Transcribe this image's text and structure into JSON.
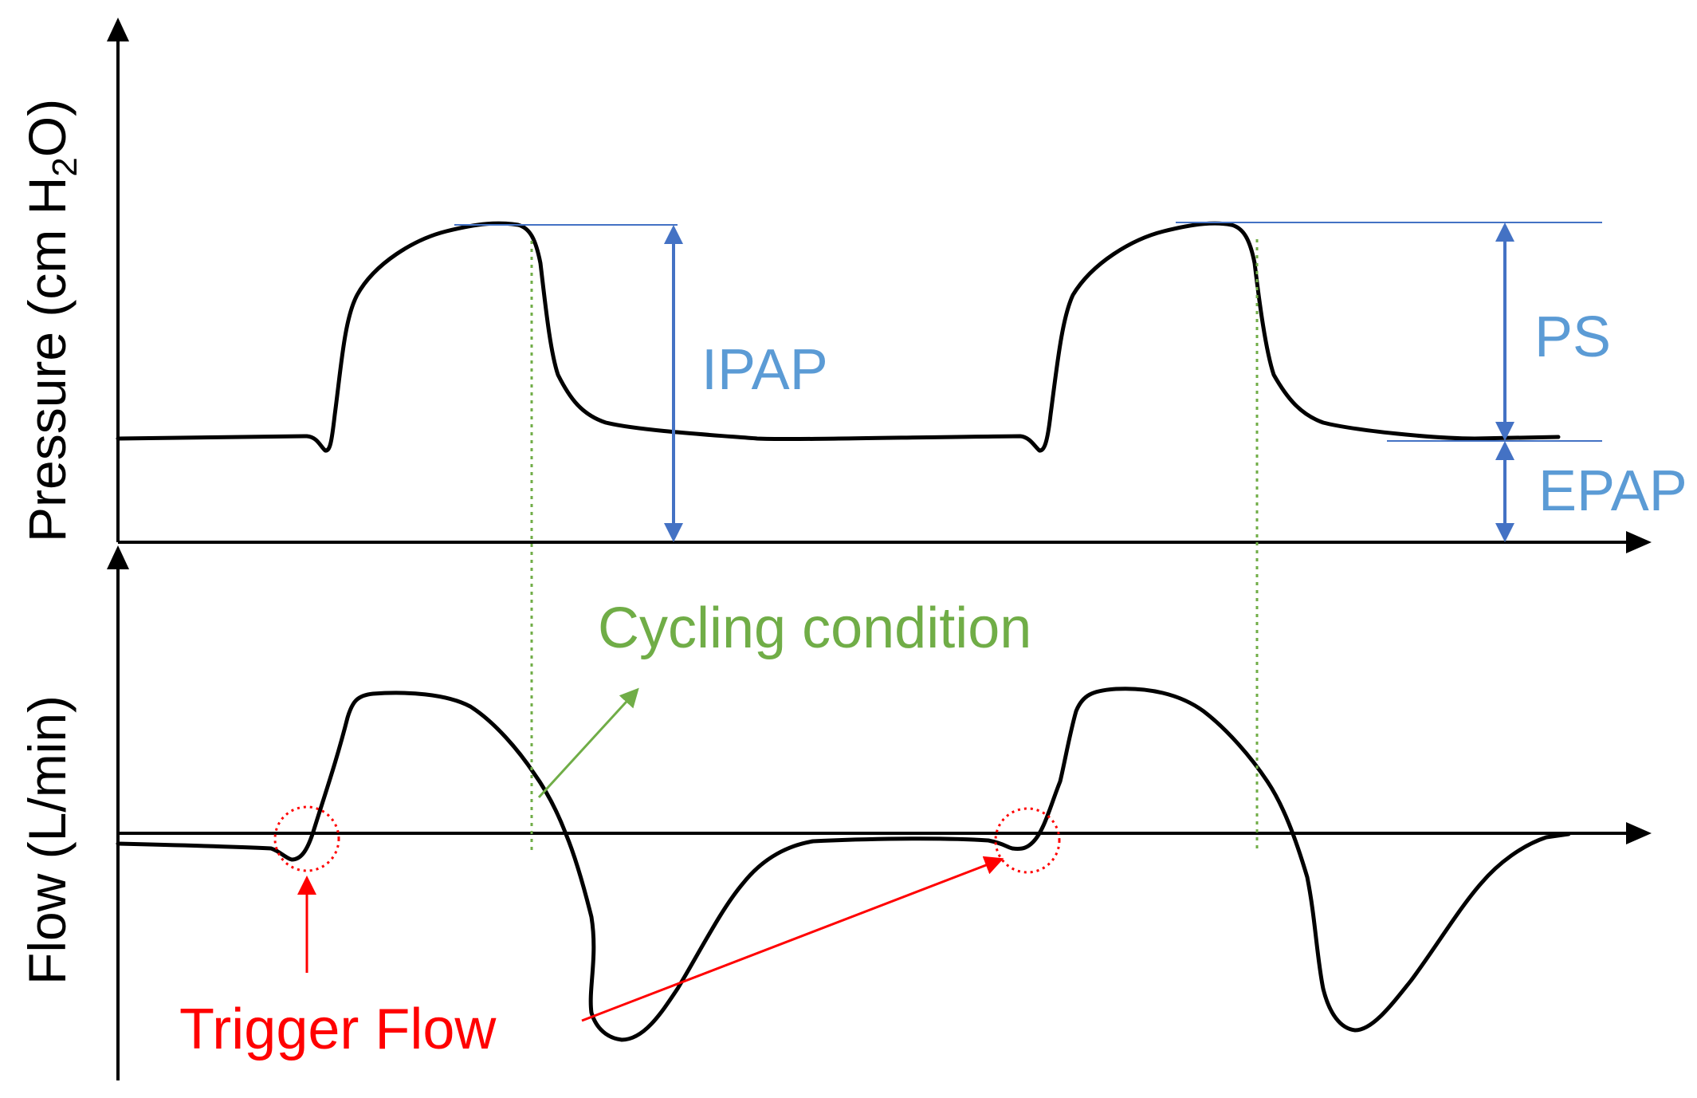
{
  "axes": {
    "pressure_label_main": "Pressure (cm H",
    "pressure_label_sub": "2",
    "pressure_label_end": "O)",
    "flow_label": "Flow (L/min)"
  },
  "labels": {
    "ipap": "IPAP",
    "ps": "PS",
    "epap": "EPAP",
    "cycling": "Cycling condition",
    "trigger": "Trigger Flow"
  },
  "colors": {
    "curve": "#000000",
    "pressure_annotation": "#4472C4",
    "pressure_label": "#5B9BD5",
    "cycling": "#70AD47",
    "trigger": "#FF0000"
  }
}
